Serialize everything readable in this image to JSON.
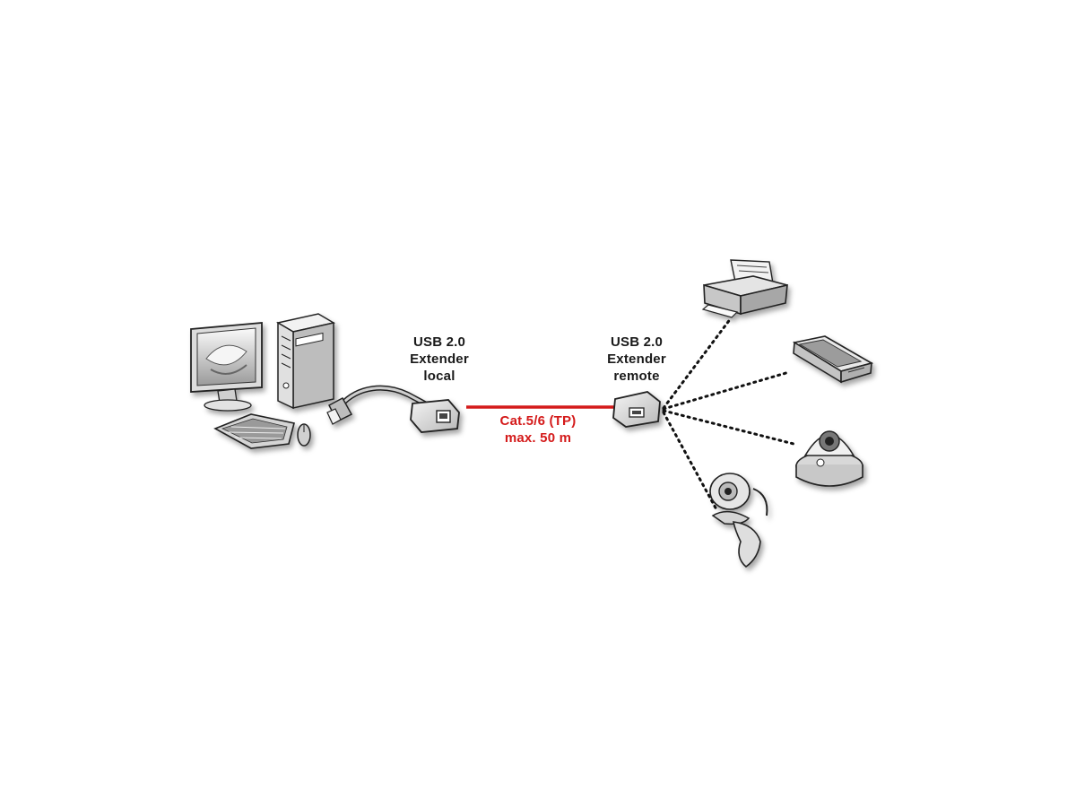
{
  "labels": {
    "local_line1": "USB 2.0",
    "local_line2": "Extender",
    "local_line3": "local",
    "remote_line1": "USB 2.0",
    "remote_line2": "Extender",
    "remote_line3": "remote",
    "cable_line1": "Cat.5/6 (TP)",
    "cable_line2": "max. 50 m"
  },
  "colors": {
    "cable": "#d41a1a",
    "outline": "#222222",
    "device_fill": "#e6e6e6"
  },
  "icons": [
    "computer-icon",
    "monitor-icon",
    "tower-icon",
    "keyboard-icon",
    "mouse-icon",
    "usb-plug-icon",
    "extender-local-icon",
    "extender-remote-icon",
    "printer-icon",
    "scanner-icon",
    "dome-camera-icon",
    "webcam-icon"
  ]
}
